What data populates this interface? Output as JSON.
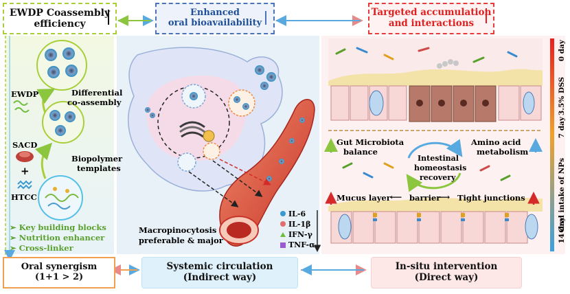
{
  "headers": {
    "ewdp": {
      "line1": "EWDP Coassembly",
      "line2": "efficiency"
    },
    "oral": {
      "line1": "Enhanced",
      "line2": "oral bioavailability"
    },
    "targeted": {
      "line1": "Targeted accumulation",
      "line2": "and interactions"
    }
  },
  "left_panel": {
    "ewdp": "EWDP",
    "sacd": "SACD",
    "plus": "+",
    "htcc": "HTCC",
    "differential": {
      "line1": "Differential",
      "line2": "co-assembly"
    },
    "biopolymer": {
      "line1": "Biopolymer",
      "line2": "templates"
    },
    "bullets": [
      "Key building blocks",
      "Nutrition enhancer",
      "Cross-linker"
    ]
  },
  "center_panel": {
    "macro": {
      "line1": "Macropinocytosis",
      "line2": "preferable & major"
    },
    "cytokines": [
      "IL-6",
      "IL-1β",
      "IFN-γ",
      "TNF-α"
    ]
  },
  "right_panel": {
    "timeline": {
      "day0": "0 day",
      "dss": "3.5% DSS",
      "day7": "7 day",
      "np": "Oral intake of NPs",
      "day14": "14 day"
    },
    "gut": {
      "line1": "Gut Microbiota",
      "line2": "balance"
    },
    "intestinal": {
      "line1": "Intestinal",
      "line2": "homeostasis",
      "line3": "recovery"
    },
    "amino": {
      "line1": "Amino acid",
      "line2": "metabolism"
    },
    "mucus": "Mucus layer",
    "barrier": "barrier",
    "tight": "Tight junctions"
  },
  "bottom": {
    "synergism": {
      "line1": "Oral synergism",
      "line2": "(1+1 > 2)"
    },
    "systemic": {
      "line1": "Systemic circulation",
      "line2": "(Indirect way)"
    },
    "insitu": {
      "line1": "In-situ intervention",
      "line2": "(Direct way)"
    }
  },
  "colors": {
    "ewdp_border": "#a8cf3a",
    "oral_border": "#4a73b8",
    "targeted_border": "#e63b3b",
    "green_text": "#5aa02c",
    "blue_text": "#1f4f9a",
    "red_text": "#e02020"
  }
}
